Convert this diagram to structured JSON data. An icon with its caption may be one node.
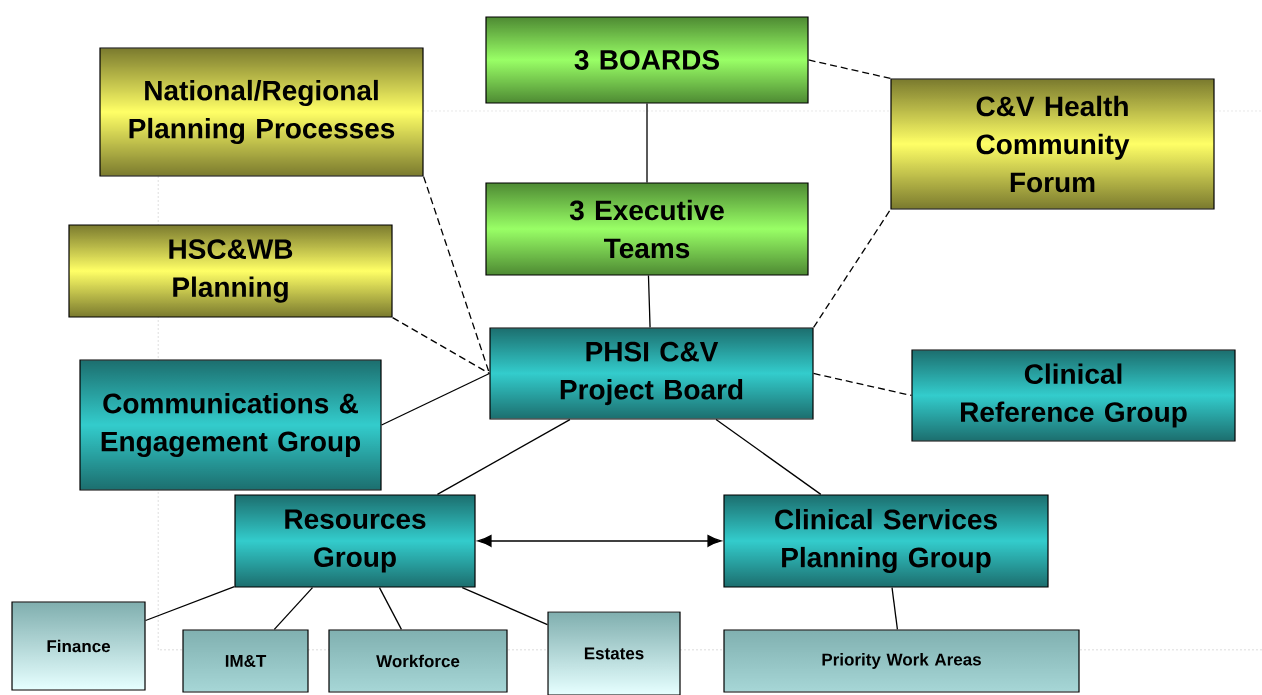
{
  "diagram": {
    "nodes": [
      {
        "text": [
          "3 BOARDS"
        ]
      },
      {
        "text": [
          "National/Regional Planning Processes"
        ]
      },
      {
        "text": [
          "C&V Health Community Forum"
        ]
      },
      {
        "text": [
          "3 Executive Teams"
        ]
      },
      {
        "text": [
          "HSC&WB Planning"
        ]
      },
      {
        "text": [
          "PHSI C&V Project Board"
        ]
      },
      {
        "text": [
          "Clinical Reference Group"
        ]
      },
      {
        "text": [
          "Communications & Engagement Group"
        ]
      },
      {
        "text": [
          "Resources Group"
        ]
      },
      {
        "text": [
          "Clinical Services Planning Group"
        ]
      },
      {
        "text": [
          "Finance"
        ]
      },
      {
        "text": [
          "IM&T"
        ]
      },
      {
        "text": [
          "Workforce"
        ]
      },
      {
        "text": [
          "Estates"
        ]
      },
      {
        "text": [
          "Priority Work Areas"
        ]
      }
    ],
    "edges": [
      {
        "from": 0,
        "to": 3,
        "arrow": "none"
      },
      {
        "from": 3,
        "to": 5,
        "arrow": "none"
      },
      {
        "from": 0,
        "to": 2,
        "arrow": "none",
        "style": "dashed"
      },
      {
        "from": 5,
        "to": 2,
        "arrow": "none",
        "style": "dashed"
      },
      {
        "from": 1,
        "to": 5,
        "arrow": "none",
        "style": "dashed"
      },
      {
        "from": 4,
        "to": 5,
        "arrow": "none",
        "style": "dashed"
      },
      {
        "from": 7,
        "to": 5,
        "arrow": "none"
      },
      {
        "from": 5,
        "to": 6,
        "arrow": "none",
        "style": "dashed"
      },
      {
        "from": 5,
        "to": 8,
        "arrow": "none"
      },
      {
        "from": 5,
        "to": 9,
        "arrow": "none"
      },
      {
        "from": 8,
        "to": 9,
        "arrow": "both"
      },
      {
        "from": 8,
        "to": 10,
        "arrow": "none"
      },
      {
        "from": 8,
        "to": 11,
        "arrow": "none"
      },
      {
        "from": 8,
        "to": 12,
        "arrow": "none"
      },
      {
        "from": 8,
        "to": 13,
        "arrow": "none"
      },
      {
        "from": 9,
        "to": 14,
        "arrow": "none"
      }
    ]
  }
}
